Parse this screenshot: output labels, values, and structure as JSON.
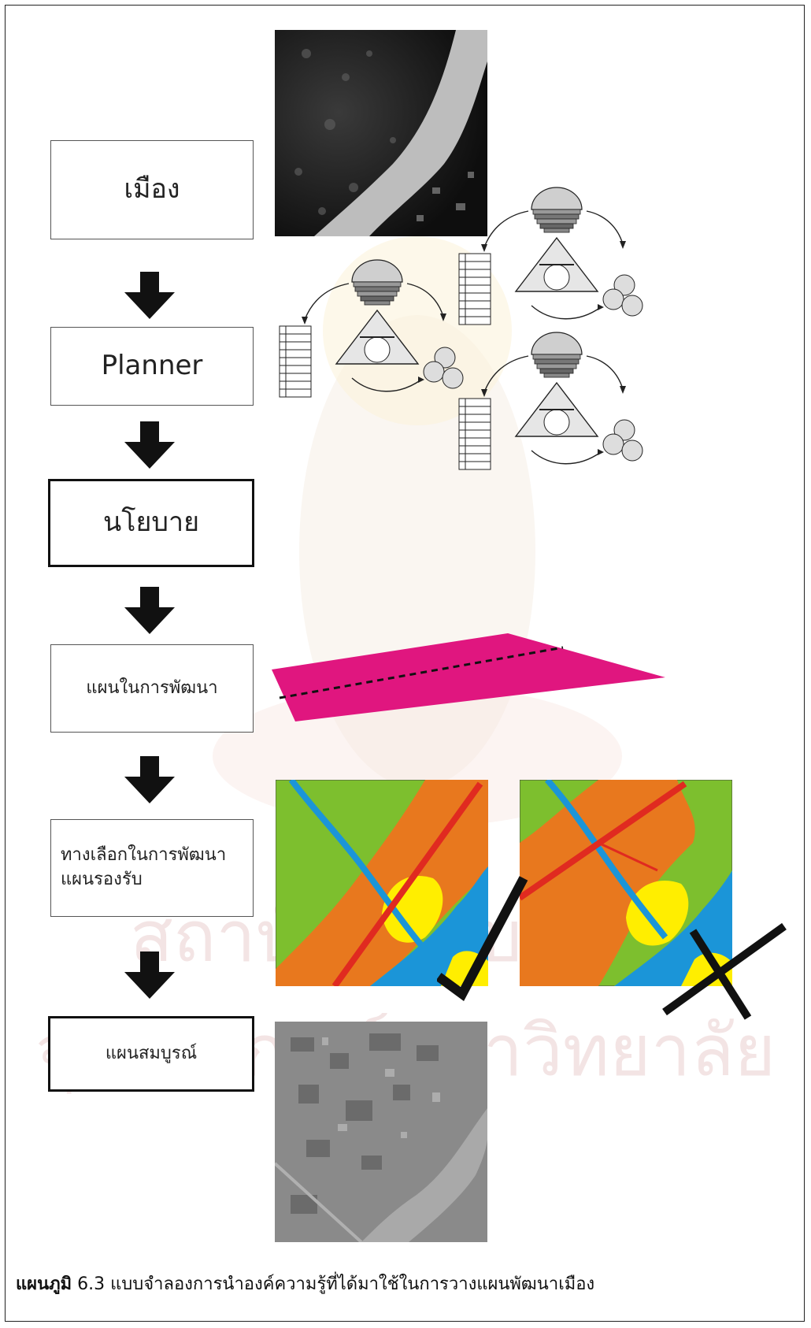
{
  "boxes": {
    "city": "เมือง",
    "planner": "Planner",
    "policy": "นโยบาย",
    "dev_plan": "แผนในการพัฒนา",
    "alternatives_line1": "ทางเลือกในการพัฒนา",
    "alternatives_line2": "แผนรองรับ",
    "complete_plan": "แผนสมบูรณ์"
  },
  "caption": {
    "label": "แผนภูมิ",
    "number": "6.3",
    "text": "แบบจำลองการนำองค์ความรู้ที่ได้มาใช้ในการวางแผนพัฒนาเมือง"
  },
  "watermark": {
    "line1": "สถาบันวิทยบริการ",
    "line2": "จุฬาลงกรณ์มหาวิทยาลัย"
  },
  "colors": {
    "green": "#7dbf2e",
    "orange": "#e8781e",
    "yellow": "#ffee00",
    "blue": "#1b95d8",
    "red": "#e02a20",
    "magenta": "#e0167f"
  },
  "icons": [
    "down-arrow-icon",
    "check-mark-icon",
    "cross-mark-icon"
  ]
}
